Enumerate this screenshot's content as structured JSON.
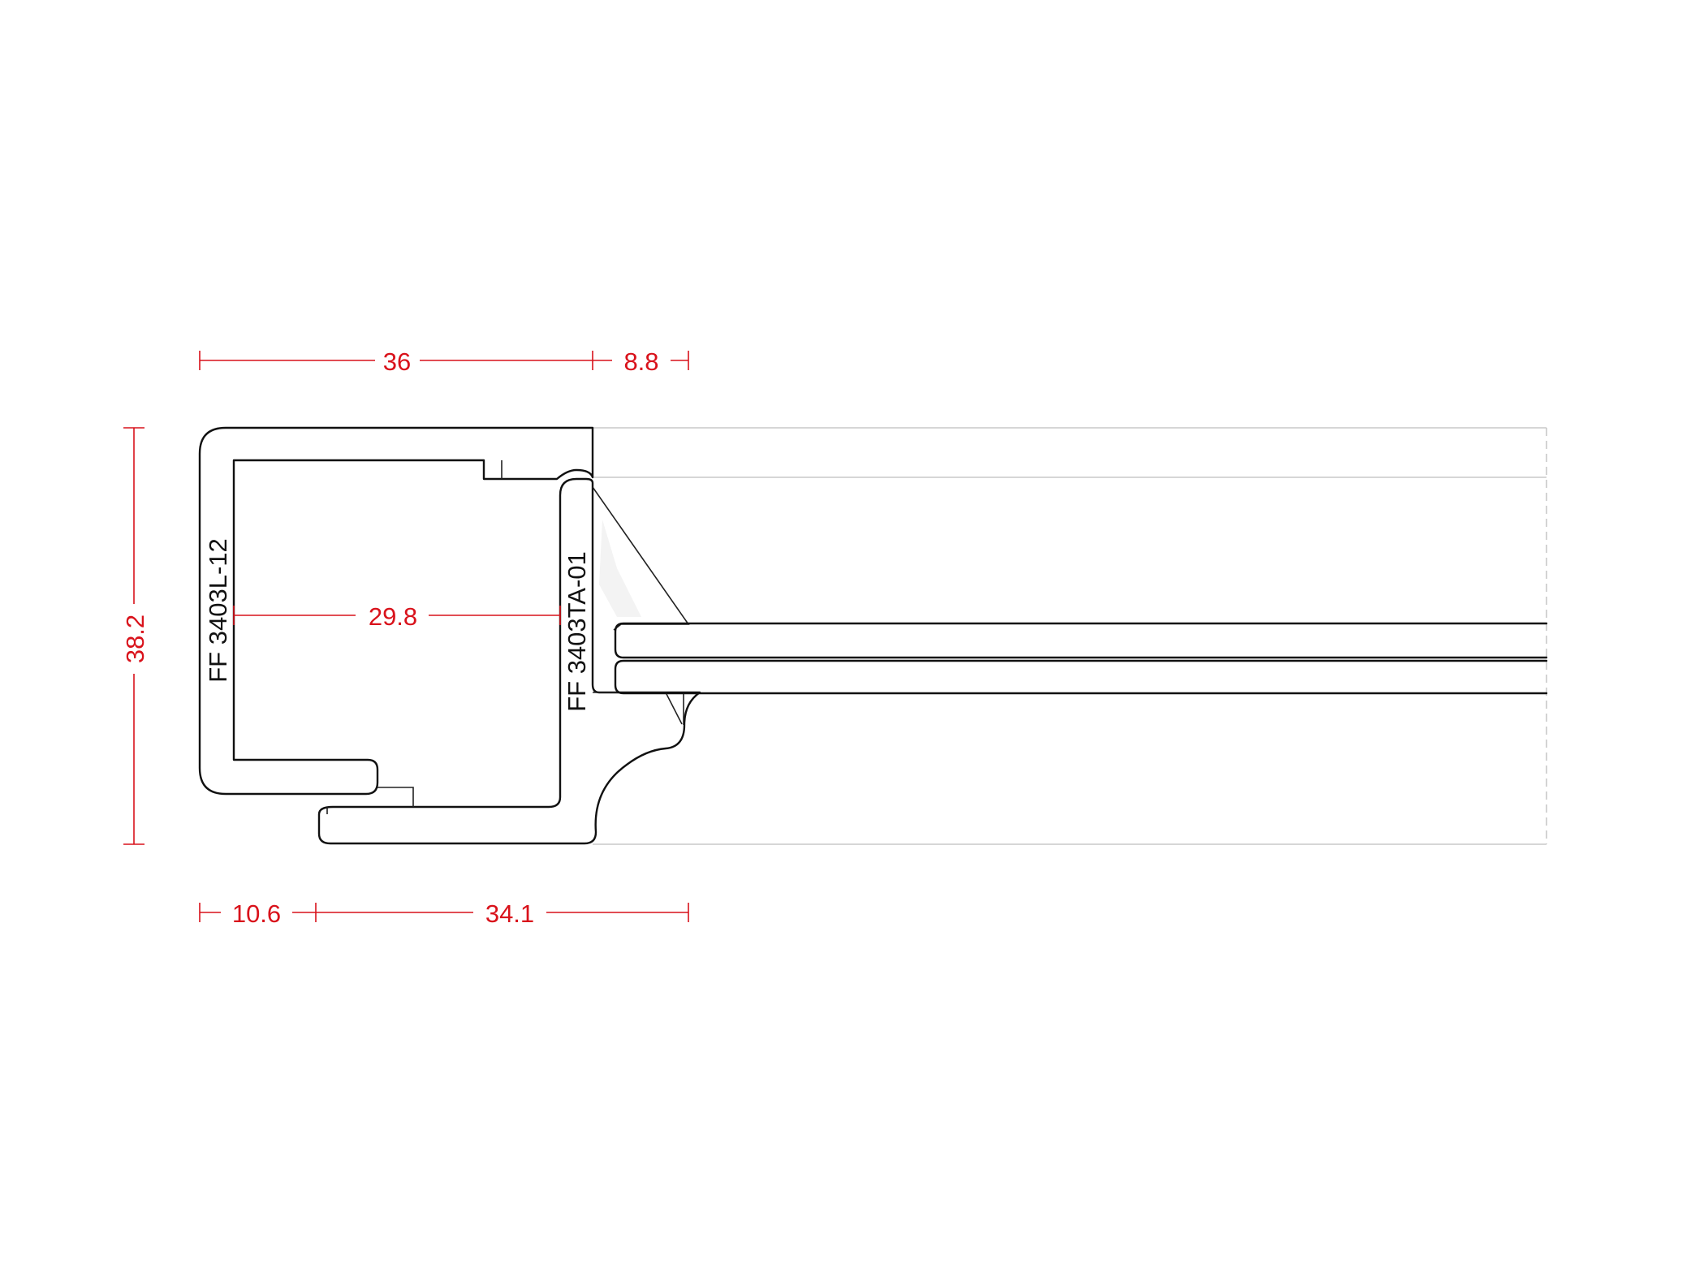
{
  "colors": {
    "dimension": "#d9121b",
    "outline": "#111111",
    "ghost": "#c8c8c8",
    "background": "#ffffff"
  },
  "dimensions": {
    "top_width": "36",
    "top_lip": "8.8",
    "height": "38.2",
    "inner_width": "29.8",
    "bottom_offset": "10.6",
    "bottom_width": "34.1"
  },
  "profiles": {
    "outer_frame": "FF 3403L-12",
    "inner_frame": "FF 3403TA-01"
  }
}
